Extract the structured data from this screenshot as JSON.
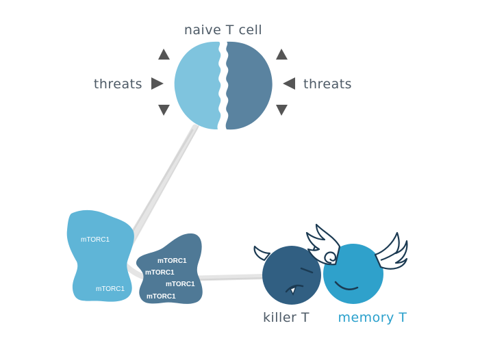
{
  "labels": {
    "naive": "naive T cell",
    "threats_left": "threats",
    "threats_right": "threats",
    "killer": "killer T",
    "memory": "memory T"
  },
  "blobs": {
    "big": [
      "mTORC1",
      "mTORC1"
    ],
    "small": [
      "mTORC1",
      "mTORC1",
      "mTORC1",
      "mTORC1"
    ]
  },
  "colors": {
    "light_blue": "#7fc4de",
    "slate_blue": "#5a83a0",
    "big_blob": "#5fb5d7",
    "small_blob": "#4f7996",
    "killer": "#315f82",
    "memory": "#2fa1cb",
    "text_dark": "#4d5a66",
    "text_memory": "#2aa0cc",
    "arrow": "#555555",
    "path": "#cfcfcf"
  },
  "icons": {
    "threat_arrows": "triangle-icon",
    "horns": "horn-icon",
    "wings": "wing-icon"
  }
}
